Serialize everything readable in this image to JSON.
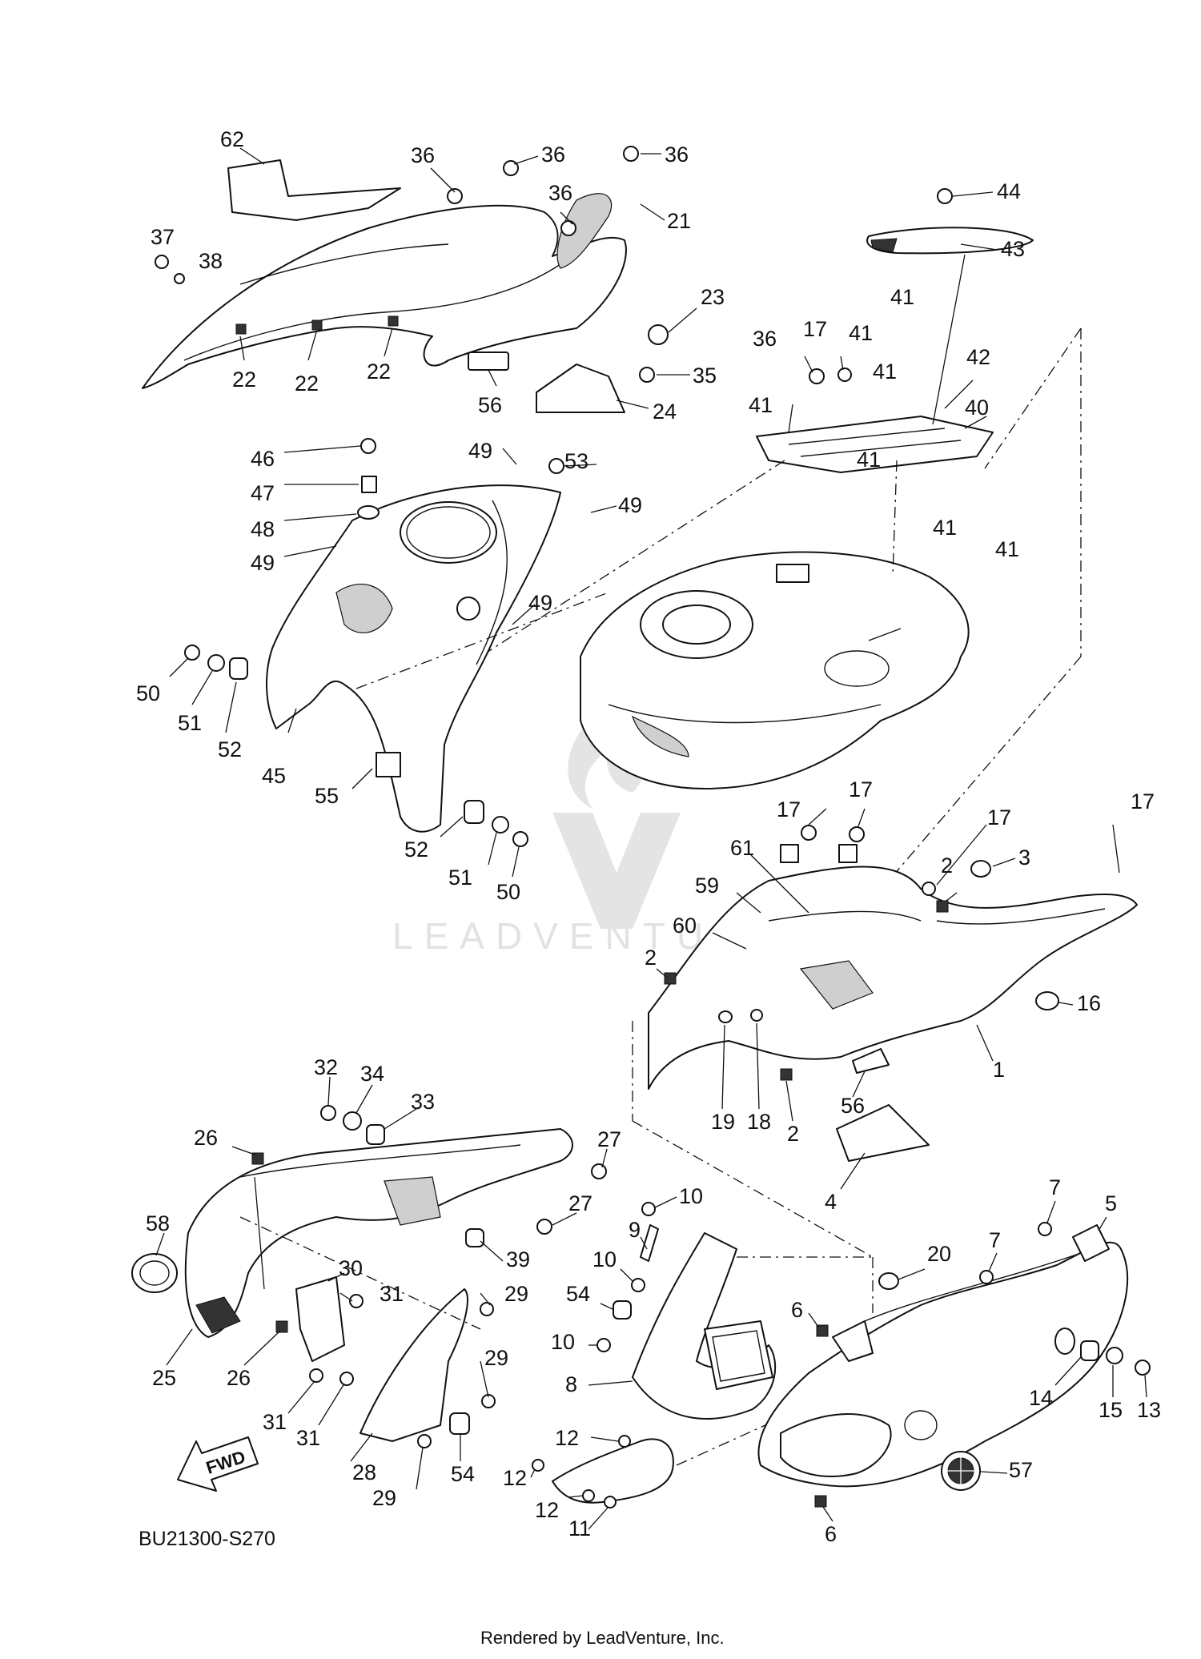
{
  "watermark": "LEADVENTURE",
  "diagram_code": "BU21300-S270",
  "credit": "Rendered by LeadVenture, Inc.",
  "fwd_label": "FWD",
  "callouts": [
    "1",
    "2",
    "3",
    "4",
    "5",
    "6",
    "7",
    "8",
    "9",
    "10",
    "11",
    "12",
    "13",
    "14",
    "15",
    "16",
    "17",
    "18",
    "19",
    "20",
    "21",
    "22",
    "23",
    "24",
    "25",
    "26",
    "27",
    "28",
    "29",
    "30",
    "31",
    "32",
    "33",
    "34",
    "35",
    "36",
    "37",
    "38",
    "39",
    "40",
    "41",
    "42",
    "43",
    "44",
    "45",
    "46",
    "47",
    "48",
    "49",
    "50",
    "51",
    "52",
    "53",
    "54",
    "55",
    "56",
    "57",
    "58",
    "59",
    "60",
    "61",
    "62"
  ]
}
